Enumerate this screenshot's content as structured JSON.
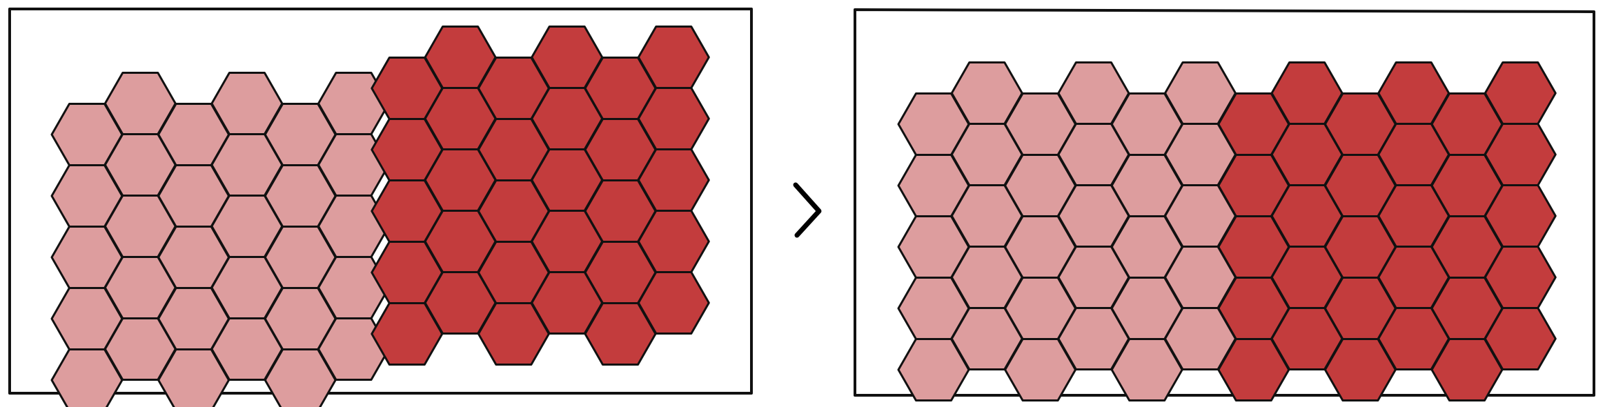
{
  "colors": {
    "light_hex": "#dd9d9e",
    "dark_hex": "#c33c3d",
    "stroke": "#111111",
    "background": "#ffffff"
  },
  "panels": [
    {
      "id": "left",
      "light_columns": 6,
      "dark_columns": 6,
      "rows_tall_column": 10,
      "dark_shifted_up": true
    },
    {
      "id": "right",
      "light_columns": 6,
      "dark_columns": 6,
      "rows_tall_column": 10,
      "dark_shifted_up": false
    }
  ],
  "comparison_symbol": "chevron-right-icon"
}
